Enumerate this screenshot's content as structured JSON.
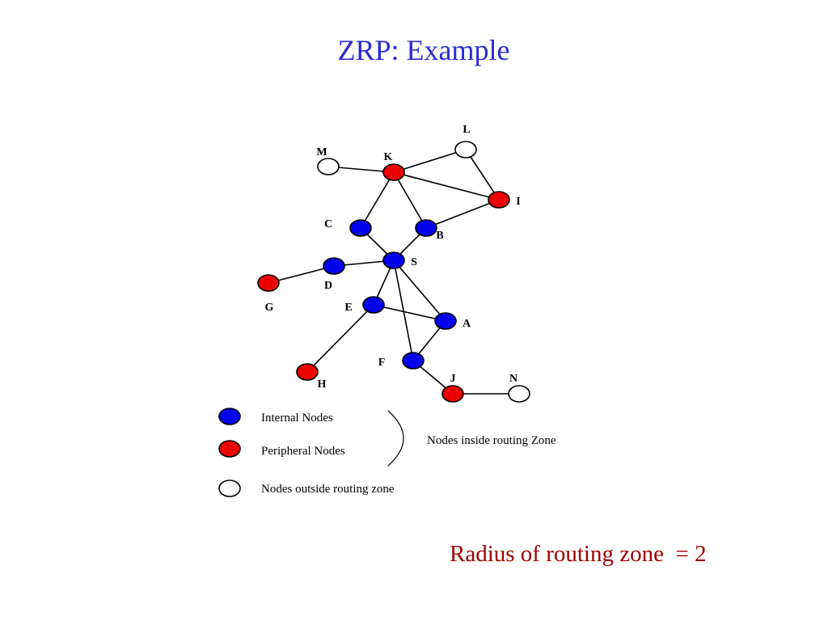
{
  "title": "ZRP: Example",
  "radius_note": "Radius of routing zone  = 2",
  "colors": {
    "title": "#2b2bd6",
    "note": "#a00000",
    "internal": "#0000ee",
    "peripheral": "#ee0000",
    "outside": "#ffffff"
  },
  "legend": {
    "internal_label": "Internal Nodes",
    "peripheral_label": "Peripheral Nodes",
    "outside_label": "Nodes outside routing zone",
    "zone_label": "Nodes inside routing Zone"
  },
  "nodes": [
    {
      "id": "S",
      "label": "S",
      "category": "internal"
    },
    {
      "id": "C",
      "label": "C",
      "category": "internal"
    },
    {
      "id": "B",
      "label": "B",
      "category": "internal"
    },
    {
      "id": "D",
      "label": "D",
      "category": "internal"
    },
    {
      "id": "E",
      "label": "E",
      "category": "internal"
    },
    {
      "id": "A",
      "label": "A",
      "category": "internal"
    },
    {
      "id": "F",
      "label": "F",
      "category": "internal"
    },
    {
      "id": "K",
      "label": "K",
      "category": "peripheral"
    },
    {
      "id": "I",
      "label": "I",
      "category": "peripheral"
    },
    {
      "id": "G",
      "label": "G",
      "category": "peripheral"
    },
    {
      "id": "H",
      "label": "H",
      "category": "peripheral"
    },
    {
      "id": "J",
      "label": "J",
      "category": "peripheral"
    },
    {
      "id": "L",
      "label": "L",
      "category": "outside"
    },
    {
      "id": "M",
      "label": "M",
      "category": "outside"
    },
    {
      "id": "N",
      "label": "N",
      "category": "outside"
    }
  ],
  "edges": [
    [
      "M",
      "K"
    ],
    [
      "K",
      "L"
    ],
    [
      "L",
      "I"
    ],
    [
      "K",
      "I"
    ],
    [
      "K",
      "C"
    ],
    [
      "K",
      "B"
    ],
    [
      "B",
      "I"
    ],
    [
      "C",
      "S"
    ],
    [
      "B",
      "S"
    ],
    [
      "S",
      "D"
    ],
    [
      "D",
      "G"
    ],
    [
      "S",
      "E"
    ],
    [
      "S",
      "A"
    ],
    [
      "S",
      "F"
    ],
    [
      "E",
      "A"
    ],
    [
      "E",
      "H"
    ],
    [
      "A",
      "F"
    ],
    [
      "F",
      "J"
    ],
    [
      "J",
      "N"
    ]
  ]
}
